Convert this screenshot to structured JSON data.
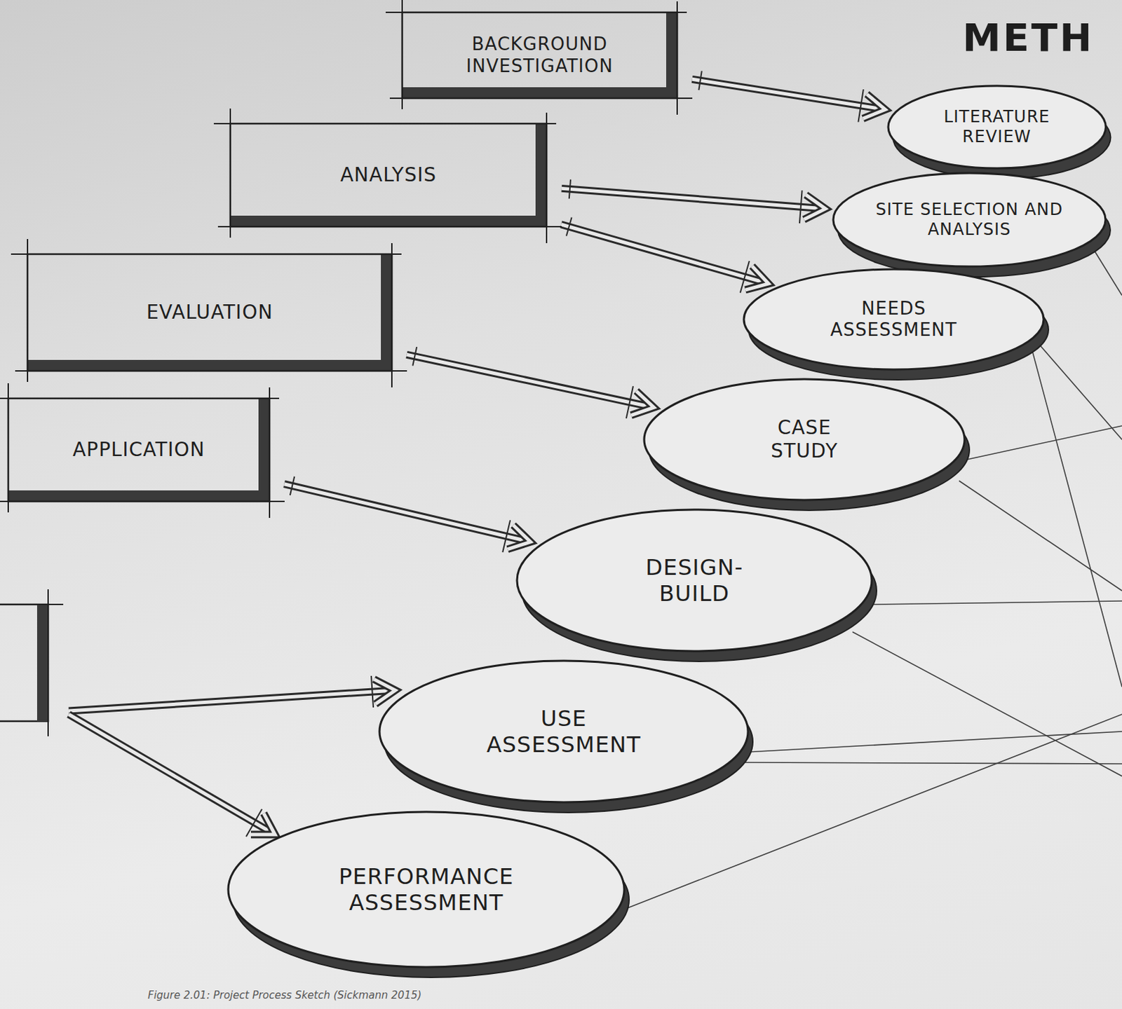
{
  "diagram": {
    "title": "METH",
    "caption": "Figure 2.01: Project Process Sketch (Sickmann 2015)",
    "nodes": [
      {
        "text": [
          "BACKGROUND INVESTIGATION"
        ]
      },
      {
        "text": [
          "ANALYSIS"
        ]
      },
      {
        "text": [
          "EVALUATION"
        ]
      },
      {
        "text": [
          "APPLICATION"
        ]
      },
      {
        "text": [
          "LITERATURE REVIEW"
        ]
      },
      {
        "text": [
          "SITE SELECTION AND ANALYSIS"
        ]
      },
      {
        "text": [
          "NEEDS ASSESSMENT"
        ]
      },
      {
        "text": [
          "CASE STUDY"
        ]
      },
      {
        "text": [
          "DESIGN-BUILD"
        ]
      },
      {
        "text": [
          "USE ASSESSMENT"
        ]
      },
      {
        "text": [
          "PERFORMANCE ASSESSMENT"
        ]
      }
    ],
    "edges": [
      {
        "from": 0,
        "to": 4,
        "arrow": "to"
      },
      {
        "from": 1,
        "to": 5,
        "arrow": "to"
      },
      {
        "from": 1,
        "to": 6,
        "arrow": "to"
      },
      {
        "from": 2,
        "to": 7,
        "arrow": "to"
      },
      {
        "from": 3,
        "to": 8,
        "arrow": "to"
      }
    ]
  }
}
